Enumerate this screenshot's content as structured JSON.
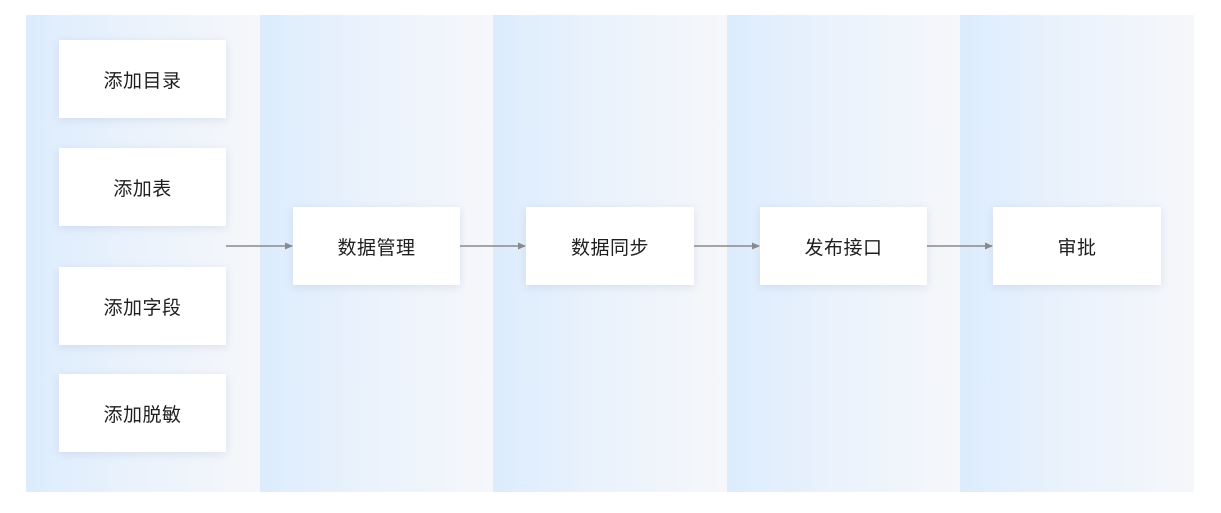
{
  "colors": {
    "column_start": "#dcecfd",
    "column_end": "#f6f7fa",
    "box_bg": "#ffffff",
    "arrow": "#8a8a8a",
    "text": "#1f1f1f"
  },
  "sources": [
    {
      "label": "添加目录"
    },
    {
      "label": "添加表"
    },
    {
      "label": "添加字段"
    },
    {
      "label": "添加脱敏"
    }
  ],
  "steps": [
    {
      "label": "数据管理"
    },
    {
      "label": "数据同步"
    },
    {
      "label": "发布接口"
    },
    {
      "label": "审批"
    }
  ]
}
